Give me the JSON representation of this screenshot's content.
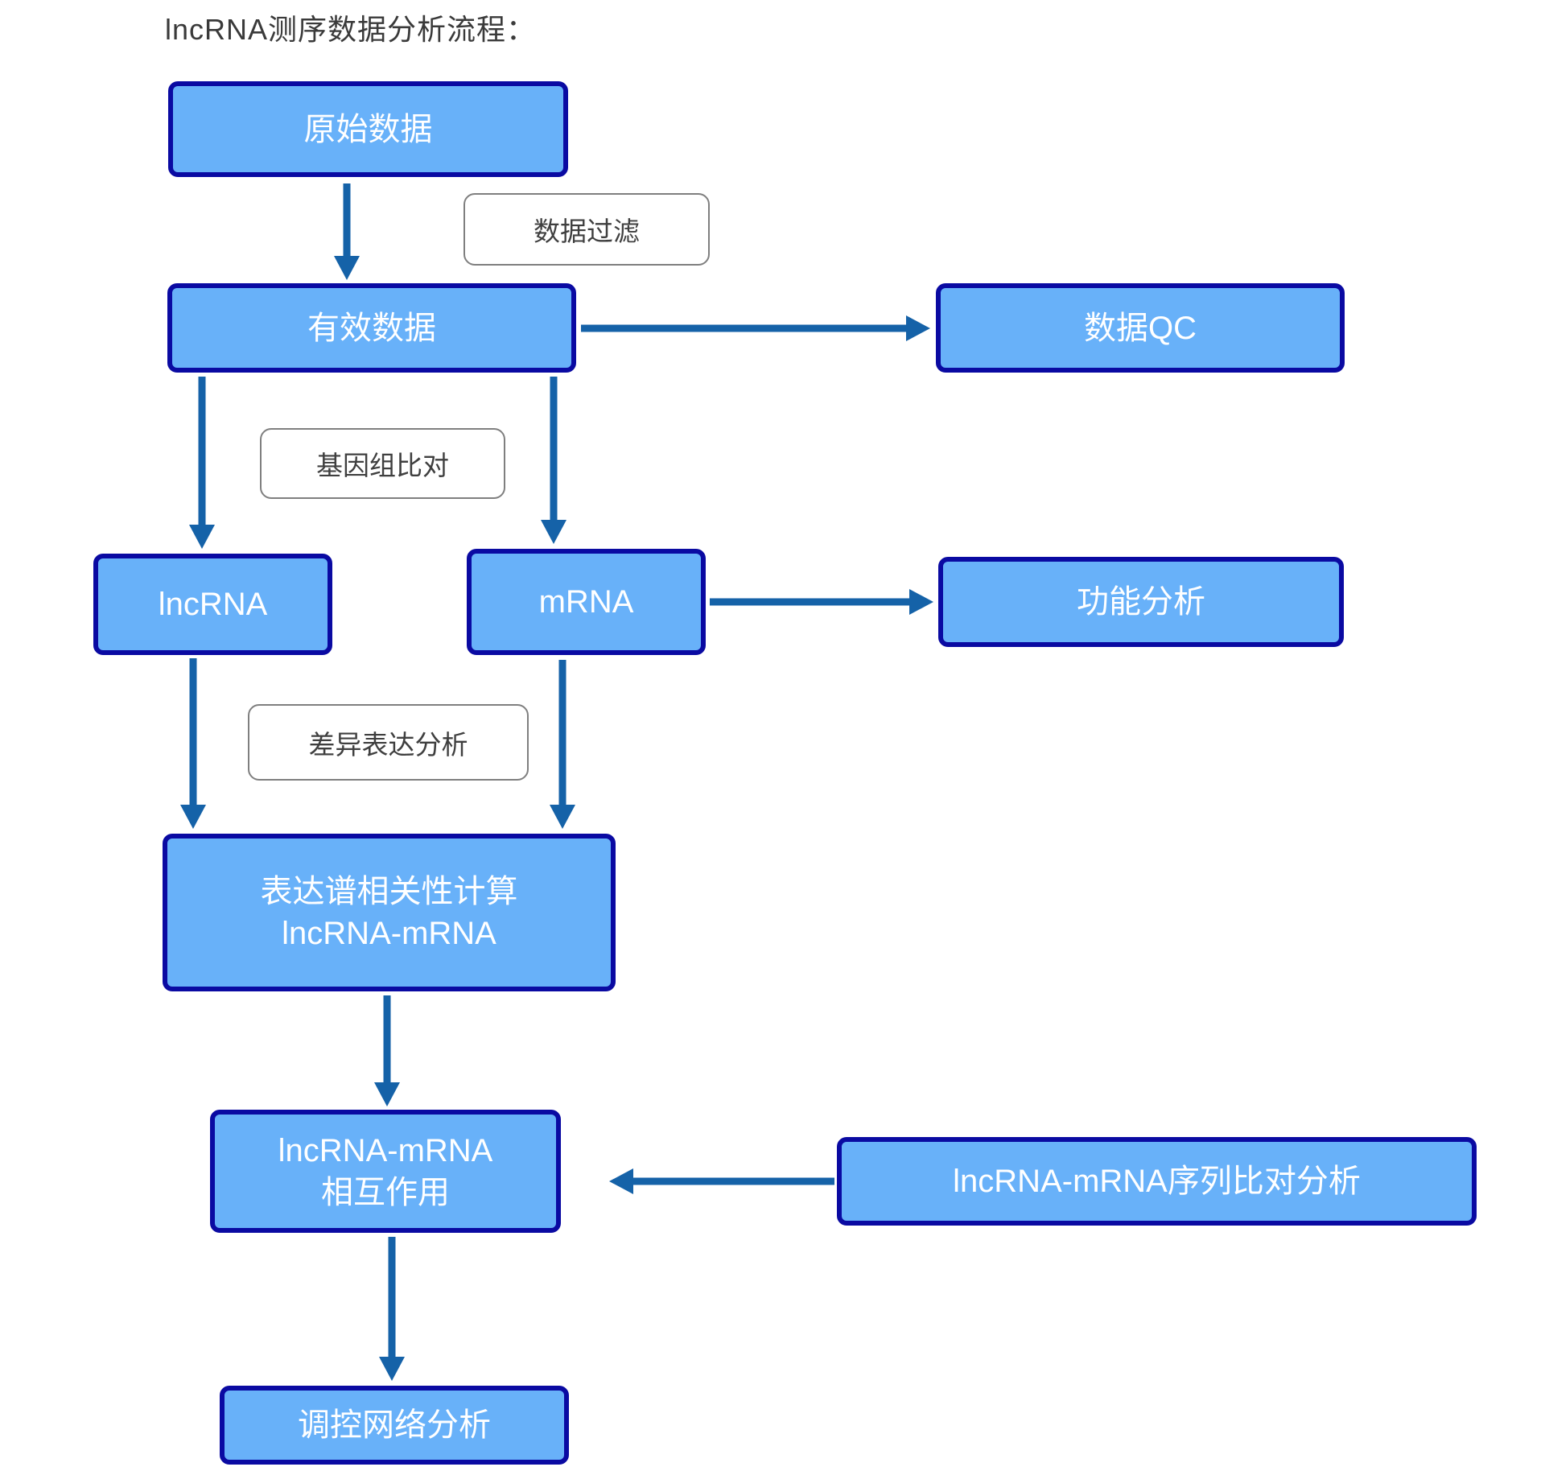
{
  "title": "lncRNA测序数据分析流程：",
  "nodes": {
    "raw_data": "原始数据",
    "valid_data": "有效数据",
    "data_qc": "数据QC",
    "lncrna": "lncRNA",
    "mrna": "mRNA",
    "func_analysis": "功能分析",
    "correlation_line1": "表达谱相关性计算",
    "correlation_line2": "lncRNA-mRNA",
    "interaction_line1": "lncRNA-mRNA",
    "interaction_line2": "相互作用",
    "seq_align": "lncRNA-mRNA序列比对分析",
    "network": "调控网络分析"
  },
  "edge_labels": {
    "filter": "数据过滤",
    "genome_align": "基因组比对",
    "diff_expr": "差异表达分析"
  },
  "edges": [
    {
      "from": "原始数据",
      "to": "有效数据",
      "label": "数据过滤"
    },
    {
      "from": "有效数据",
      "to": "数据QC",
      "label": ""
    },
    {
      "from": "有效数据",
      "to": "lncRNA",
      "label": "基因组比对"
    },
    {
      "from": "有效数据",
      "to": "mRNA",
      "label": "基因组比对"
    },
    {
      "from": "mRNA",
      "to": "功能分析",
      "label": ""
    },
    {
      "from": "lncRNA",
      "to": "表达谱相关性计算 lncRNA-mRNA",
      "label": "差异表达分析"
    },
    {
      "from": "mRNA",
      "to": "表达谱相关性计算 lncRNA-mRNA",
      "label": "差异表达分析"
    },
    {
      "from": "表达谱相关性计算 lncRNA-mRNA",
      "to": "lncRNA-mRNA相互作用",
      "label": ""
    },
    {
      "from": "lncRNA-mRNA序列比对分析",
      "to": "lncRNA-mRNA相互作用",
      "label": ""
    },
    {
      "from": "lncRNA-mRNA相互作用",
      "to": "调控网络分析",
      "label": ""
    }
  ],
  "colors": {
    "node_fill": "#68B1F9",
    "node_border": "#0A0AA2",
    "arrow": "#1562A8",
    "label_border": "#7F7F7F",
    "label_text": "#3F3F3F",
    "title_text": "#3A3A3A"
  }
}
